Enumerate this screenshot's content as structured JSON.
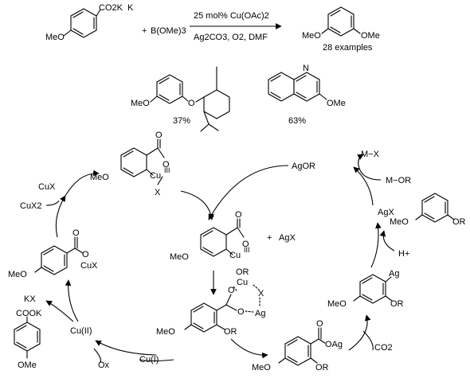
{
  "reaction": {
    "reactant_ester": "CO2K",
    "reactant_ester_substituent": "MeO",
    "plus": "+",
    "borate": "B(OMe)3",
    "catalyst": "25 mol% Cu(OAc)2",
    "conditions": "Ag2CO3, O2, DMF",
    "product_left_group": "MeO",
    "product_right_group": "OMe",
    "product_scope": "28 examples"
  },
  "examples": [
    {
      "group": "MeO",
      "heteroatom": "O",
      "yield": "37%"
    },
    {
      "group": "OMe",
      "heteroatom": "N",
      "yield": "63%"
    }
  ],
  "cycle": {
    "cu3_complex": {
      "group": "MeO",
      "metal": "Cu",
      "oxidation": "III",
      "ligand": "X"
    },
    "cu3_complex_or": {
      "group": "MeO",
      "metal": "Cu",
      "oxidation": "III",
      "ligand": "OR"
    },
    "ag_out": "AgX",
    "plus": "+",
    "ts": {
      "cu": "Cu",
      "x": "X",
      "ag": "Ag"
    },
    "aryl_or": {
      "group": "MeO",
      "or": "OR"
    },
    "aryl_ester_ag": {
      "group": "MeO",
      "or": "OR",
      "oag": "OAg"
    },
    "co2": "CO2",
    "aryl_ag": {
      "group": "MeO",
      "or": "OR",
      "ag": "Ag"
    },
    "proton": "H+",
    "product": {
      "group": "MeO",
      "or": "OR"
    },
    "agx_side": "AgX",
    "m_or": "M−OR",
    "m_x": "M−X",
    "ag_or": "AgOR",
    "cu1": "Cu(I)",
    "ox": "Ox",
    "cu2": "Cu(II)",
    "kx": "KX",
    "benzoic_acid_k": {
      "group": "OMe",
      "ester": "COOK"
    },
    "cu_ester": {
      "group": "MeO",
      "cux": "CuX"
    },
    "cux": "CuX",
    "cux2": "CuX2"
  }
}
